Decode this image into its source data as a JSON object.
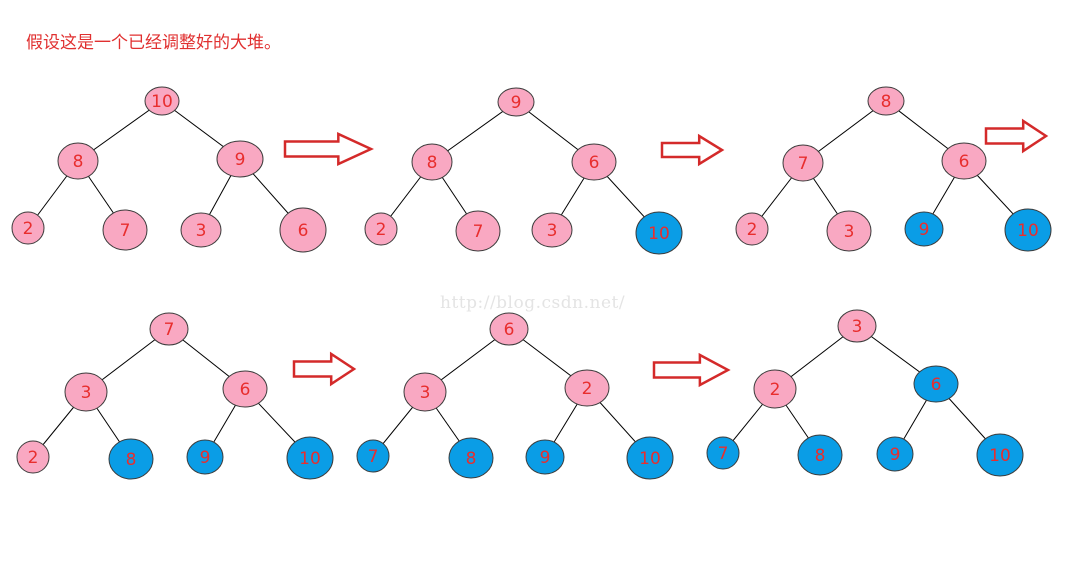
{
  "caption": "假设这是一个已经调整好的大堆。",
  "watermark": "http://blog.csdn.net/",
  "colors": {
    "active_node": "#f9a8c2",
    "sorted_node": "#0a9de6",
    "label": "#e82e2e",
    "arrow": "#d42a2a",
    "edge": "#000000"
  },
  "trees": [
    {
      "nodes": [
        {
          "label": "10",
          "state": "active"
        },
        {
          "label": "8",
          "state": "active"
        },
        {
          "label": "9",
          "state": "active"
        },
        {
          "label": "2",
          "state": "active"
        },
        {
          "label": "7",
          "state": "active"
        },
        {
          "label": "3",
          "state": "active"
        },
        {
          "label": "6",
          "state": "active"
        }
      ]
    },
    {
      "nodes": [
        {
          "label": "9",
          "state": "active"
        },
        {
          "label": "8",
          "state": "active"
        },
        {
          "label": "6",
          "state": "active"
        },
        {
          "label": "2",
          "state": "active"
        },
        {
          "label": "7",
          "state": "active"
        },
        {
          "label": "3",
          "state": "active"
        },
        {
          "label": "10",
          "state": "sorted"
        }
      ]
    },
    {
      "nodes": [
        {
          "label": "8",
          "state": "active"
        },
        {
          "label": "7",
          "state": "active"
        },
        {
          "label": "6",
          "state": "active"
        },
        {
          "label": "2",
          "state": "active"
        },
        {
          "label": "3",
          "state": "active"
        },
        {
          "label": "9",
          "state": "sorted"
        },
        {
          "label": "10",
          "state": "sorted"
        }
      ]
    },
    {
      "nodes": [
        {
          "label": "7",
          "state": "active"
        },
        {
          "label": "3",
          "state": "active"
        },
        {
          "label": "6",
          "state": "active"
        },
        {
          "label": "2",
          "state": "active"
        },
        {
          "label": "8",
          "state": "sorted"
        },
        {
          "label": "9",
          "state": "sorted"
        },
        {
          "label": "10",
          "state": "sorted"
        }
      ]
    },
    {
      "nodes": [
        {
          "label": "6",
          "state": "active"
        },
        {
          "label": "3",
          "state": "active"
        },
        {
          "label": "2",
          "state": "active"
        },
        {
          "label": "7",
          "state": "sorted"
        },
        {
          "label": "8",
          "state": "sorted"
        },
        {
          "label": "9",
          "state": "sorted"
        },
        {
          "label": "10",
          "state": "sorted"
        }
      ]
    },
    {
      "nodes": [
        {
          "label": "3",
          "state": "active"
        },
        {
          "label": "2",
          "state": "active"
        },
        {
          "label": "6",
          "state": "sorted"
        },
        {
          "label": "7",
          "state": "sorted"
        },
        {
          "label": "8",
          "state": "sorted"
        },
        {
          "label": "9",
          "state": "sorted"
        },
        {
          "label": "10",
          "state": "sorted"
        }
      ]
    }
  ],
  "step_arrows": [
    {
      "direction": "right",
      "icon": "right-arrow-icon"
    },
    {
      "direction": "right",
      "icon": "right-arrow-icon"
    },
    {
      "direction": "right",
      "icon": "right-arrow-icon"
    },
    {
      "direction": "right",
      "icon": "right-arrow-icon"
    },
    {
      "direction": "right",
      "icon": "right-arrow-icon"
    }
  ]
}
